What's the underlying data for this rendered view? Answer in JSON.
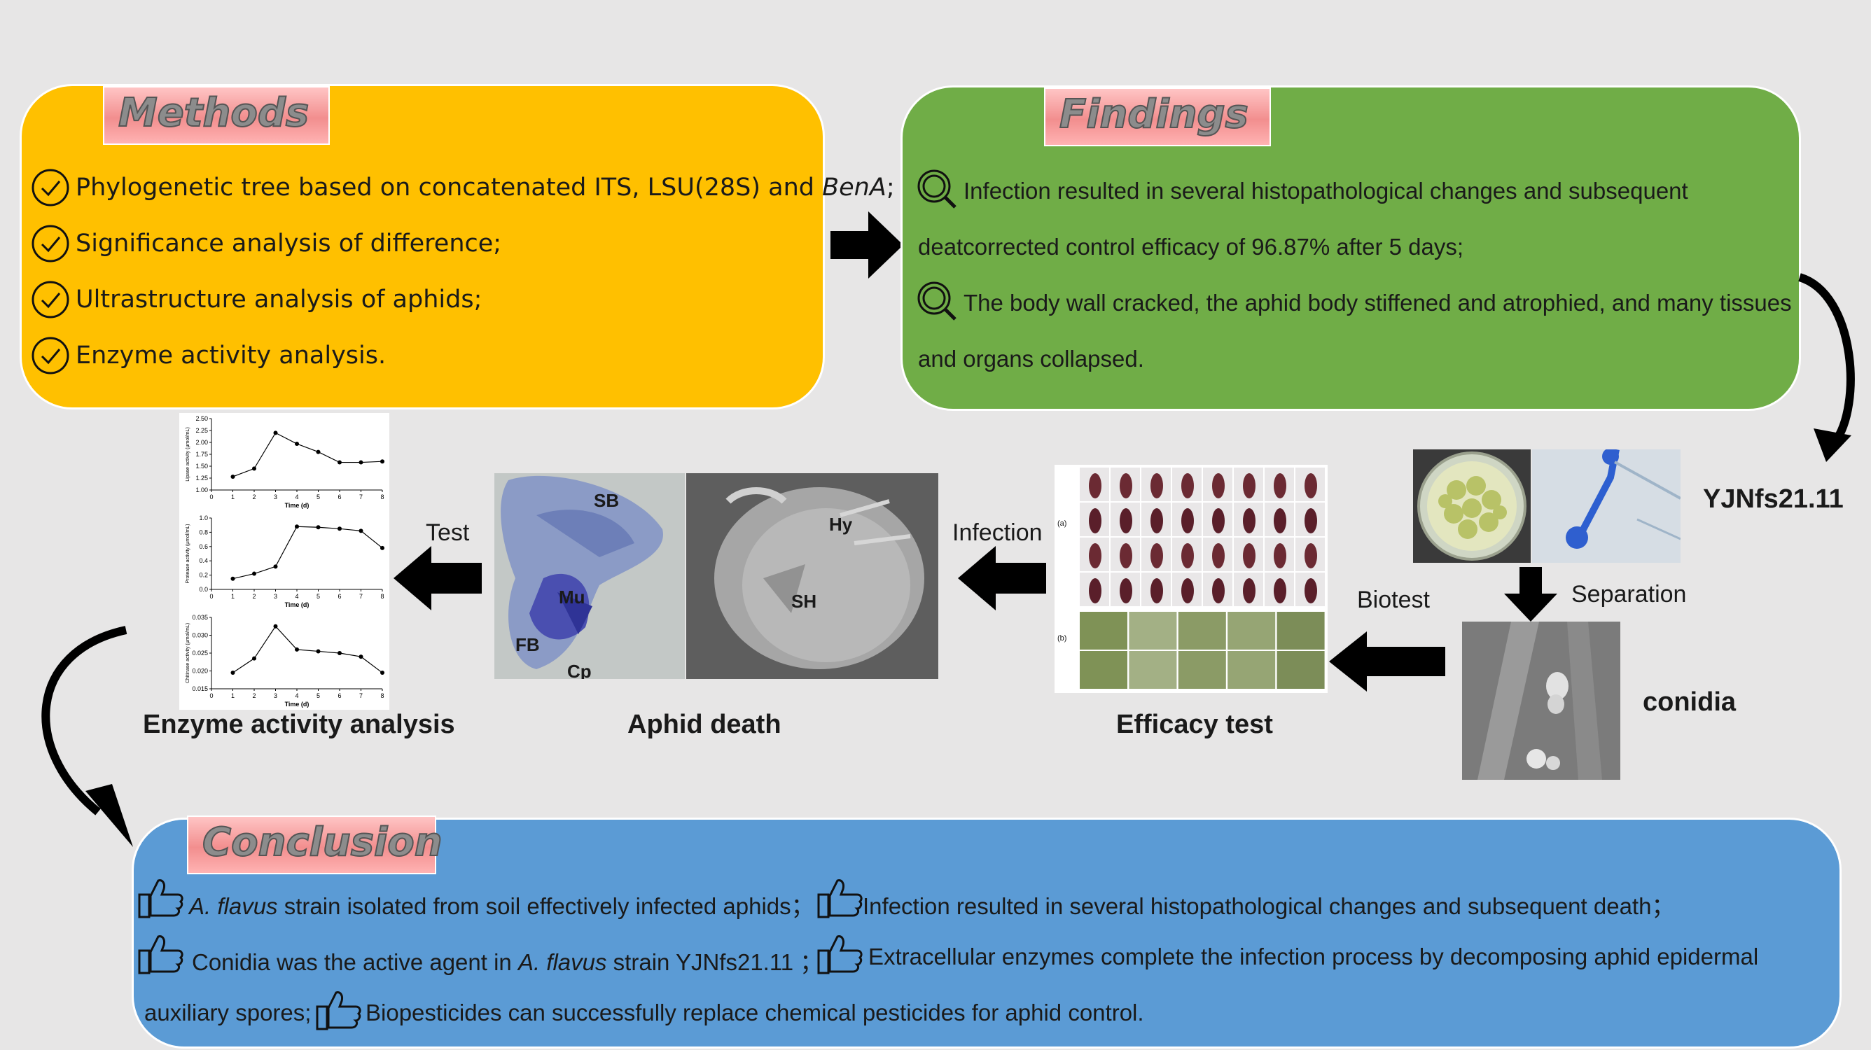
{
  "methods": {
    "title": "Methods",
    "items": [
      {
        "text": "Phylogenetic tree based on concatenated ITS, LSU(28S) and ",
        "italic": "BenA",
        "tail": ";"
      },
      {
        "text": "Significance analysis of difference;"
      },
      {
        "text": "Ultrastructure analysis of aphids;"
      },
      {
        "text": "Enzyme activity analysis."
      }
    ]
  },
  "findings": {
    "title": "Findings",
    "lines": [
      "Infection resulted in several histopathological changes and subsequent",
      "deatcorrected control efficacy of 96.87% after 5 days;",
      "The body wall cracked, the aphid body stiffened and atrophied, and many tissues",
      "and organs collapsed."
    ]
  },
  "flow": {
    "strain": "YJNfs21.11",
    "separation": "Separation",
    "conidia": "conidia",
    "biotest": "Biotest",
    "infection": "Infection",
    "test": "Test",
    "efficacy_test": "Efficacy test",
    "aphid_death": "Aphid death",
    "enzyme_analysis": "Enzyme activity analysis",
    "micrograph_labels": {
      "sb": "SB",
      "mu": "Mu",
      "fb": "FB",
      "cp": "Cp",
      "hy": "Hy",
      "sh": "SH"
    },
    "efficacy_labels": {
      "a": "(a)",
      "b": "(b)"
    }
  },
  "conclusion": {
    "title": "Conclusion",
    "line1_a_italic": "A. flavus",
    "line1_a": " strain isolated from soil effectively infected aphids；",
    "line1_b": "Infection resulted in several histopathological changes and subsequent death；",
    "line2_a": "Conidia was the active agent in ",
    "line2_a_italic": "A. flavus",
    "line2_a_tail": " strain YJNfs21.11 ；",
    "line2_b": "Extracellular enzymes  complete the infection process by decomposing aphid epidermal",
    "line3_a": "auxiliary spores;",
    "line3_b": "Biopesticides can successfully replace chemical pesticides for aphid control."
  },
  "chart_data": [
    {
      "type": "line",
      "title": "",
      "xlabel": "Time (d)",
      "ylabel": "Lipase activity (μmol/mL)",
      "x": [
        1,
        2,
        3,
        4,
        5,
        6,
        7,
        8
      ],
      "values": [
        1.28,
        1.45,
        2.2,
        1.97,
        1.8,
        1.58,
        1.58,
        1.6
      ],
      "ylim": [
        1.0,
        2.5
      ],
      "yticks": [
        "1.00",
        "1.25",
        "1.50",
        "1.75",
        "2.00",
        "2.25",
        "2.50"
      ],
      "xticks": [
        "0",
        "1",
        "2",
        "3",
        "4",
        "5",
        "6",
        "7",
        "8"
      ]
    },
    {
      "type": "line",
      "title": "",
      "xlabel": "Time (d)",
      "ylabel": "Protease activity (μmol/mL)",
      "x": [
        1,
        2,
        3,
        4,
        5,
        6,
        7,
        8
      ],
      "values": [
        0.15,
        0.22,
        0.32,
        0.88,
        0.87,
        0.85,
        0.82,
        0.58
      ],
      "ylim": [
        0.0,
        1.0
      ],
      "yticks": [
        "0.0",
        "0.2",
        "0.4",
        "0.6",
        "0.8",
        "1.0"
      ],
      "xticks": [
        "0",
        "1",
        "2",
        "3",
        "4",
        "5",
        "6",
        "7",
        "8"
      ]
    },
    {
      "type": "line",
      "title": "",
      "xlabel": "Time (d)",
      "ylabel": "Chitinase activity (μmol/mL)",
      "x": [
        1,
        2,
        3,
        4,
        5,
        6,
        7,
        8
      ],
      "values": [
        0.0195,
        0.0235,
        0.0325,
        0.026,
        0.0255,
        0.025,
        0.024,
        0.0195
      ],
      "ylim": [
        0.015,
        0.035
      ],
      "yticks": [
        "0.015",
        "0.020",
        "0.025",
        "0.030",
        "0.035"
      ],
      "xticks": [
        "0",
        "1",
        "2",
        "3",
        "4",
        "5",
        "6",
        "7",
        "8"
      ]
    }
  ]
}
